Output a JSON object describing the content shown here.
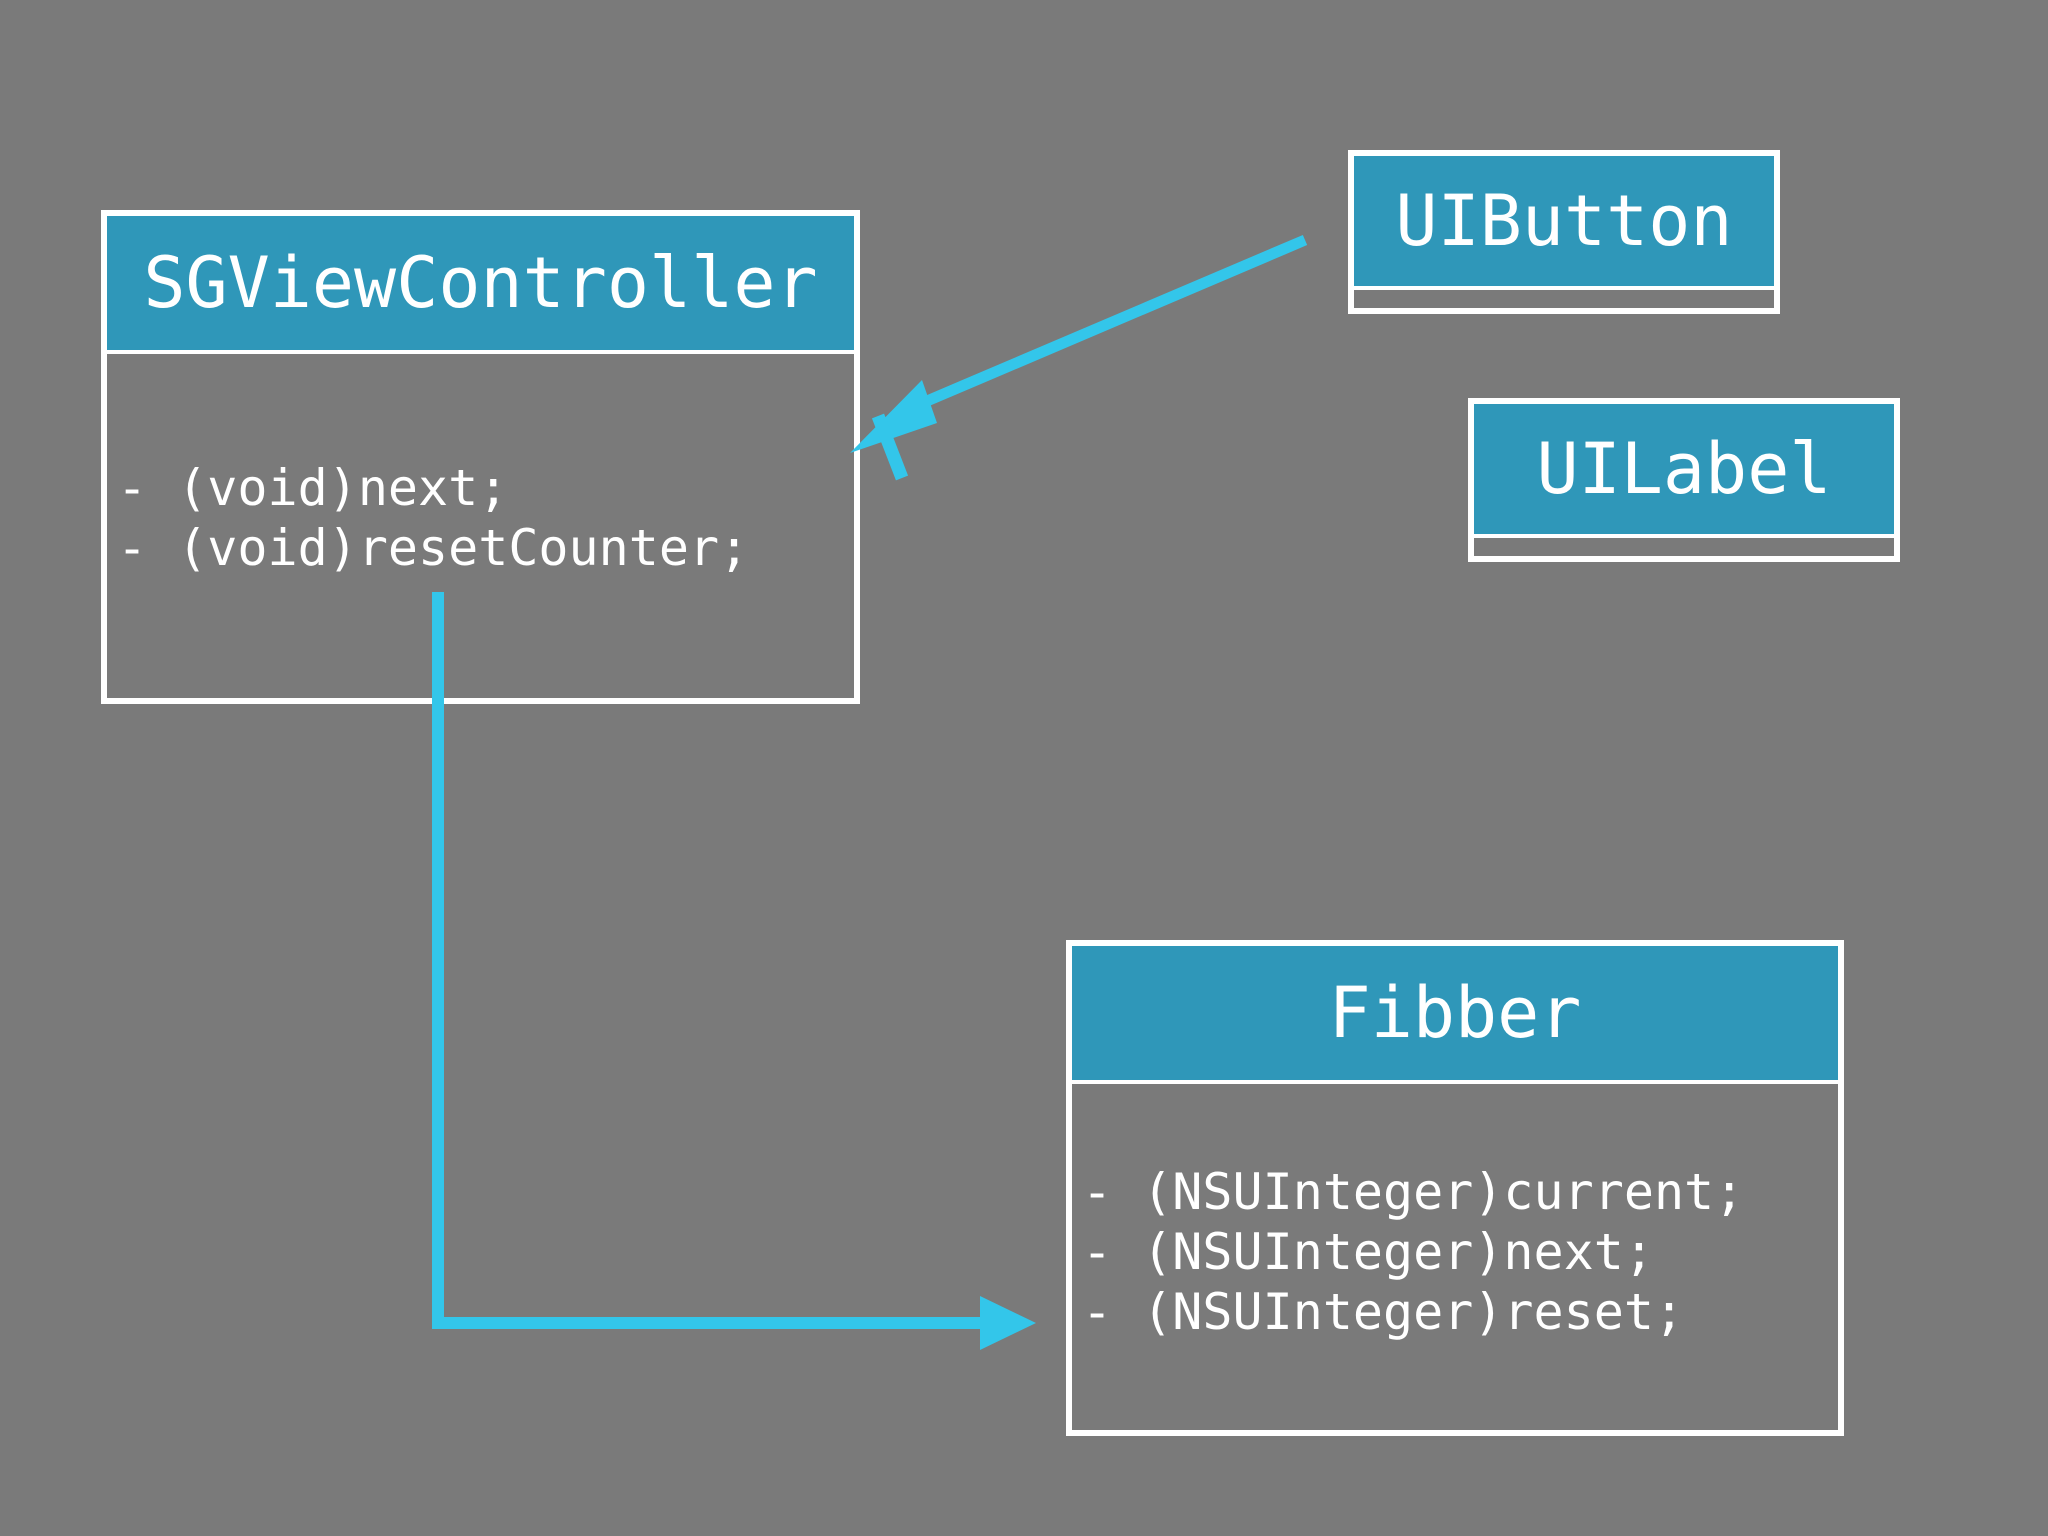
{
  "classes": {
    "sgviewcontroller": {
      "name": "SGViewController",
      "methods": [
        "- (void)next;",
        "- (void)resetCounter;"
      ]
    },
    "uibutton": {
      "name": "UIButton"
    },
    "uilabel": {
      "name": "UILabel"
    },
    "fibber": {
      "name": "Fibber",
      "methods": [
        "- (NSUInteger)current;",
        "- (NSUInteger)next;",
        "- (NSUInteger)reset;"
      ]
    }
  },
  "colors": {
    "background": "#7a7a7a",
    "header_fill": "#2f97b9",
    "border": "#ffffff",
    "arrow": "#33c6ea"
  }
}
